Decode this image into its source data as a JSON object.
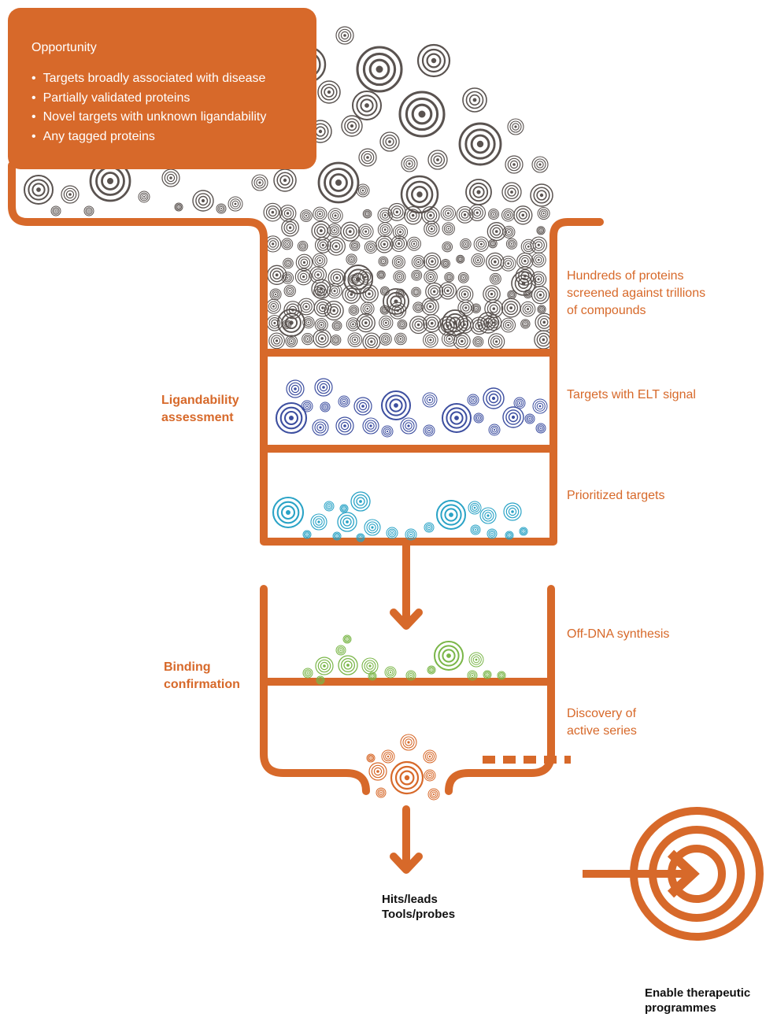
{
  "colors": {
    "accent": "#d7692a",
    "grey_target": "#5a5350",
    "blue_target": "#3d4fa0",
    "teal_target": "#2aa3c6",
    "green_target": "#7ab648"
  },
  "opportunity": {
    "title": "Opportunity",
    "items": [
      "Targets broadly associated with disease",
      "Partially validated proteins",
      "Novel targets with unknown ligandability",
      "Any tagged proteins"
    ]
  },
  "notes": {
    "screening": [
      "Hundreds of proteins",
      "screened against trillions",
      "of compounds"
    ],
    "elt_signal": "Targets with ELT signal",
    "prioritized": "Prioritized targets",
    "off_dna": "Off-DNA synthesis",
    "discovery": [
      "Discovery of",
      "active series"
    ]
  },
  "stages": {
    "ligandability": [
      "Ligandability",
      "assessment"
    ],
    "binding": [
      "Binding",
      "confirmation"
    ]
  },
  "outputs": {
    "hits": [
      "Hits/leads",
      "Tools/probes"
    ],
    "therapeutic": [
      "Enable therapeutic",
      "programmes"
    ]
  },
  "icons": {
    "target": "concentric-rings-target-icon",
    "arrow": "down-arrow-icon",
    "therapeutic": "target-with-arrow-icon"
  }
}
